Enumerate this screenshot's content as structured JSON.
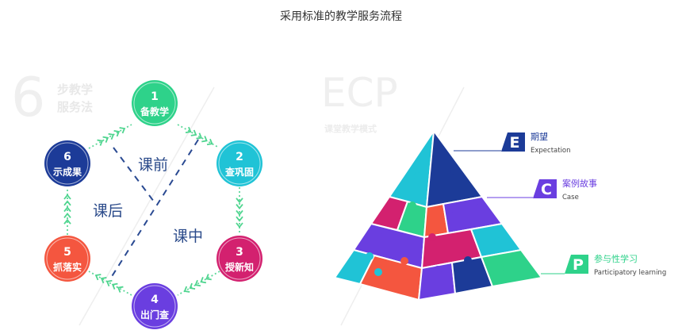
{
  "title": "采用标准的教学服务流程",
  "left": {
    "big_number": "6",
    "caption_line1": "步教学",
    "caption_line2": "服务法",
    "steps": [
      {
        "num": "1",
        "label": "备教学",
        "color": "#2ed28a"
      },
      {
        "num": "2",
        "label": "查巩固",
        "color": "#20c3d6"
      },
      {
        "num": "3",
        "label": "授新知",
        "color": "#d3216f"
      },
      {
        "num": "4",
        "label": "出门查",
        "color": "#6a3ee0"
      },
      {
        "num": "5",
        "label": "抓落实",
        "color": "#f4563f"
      },
      {
        "num": "6",
        "label": "示成果",
        "color": "#1c3b98"
      }
    ],
    "phases": {
      "before": "课前",
      "during": "课中",
      "after": "课后"
    }
  },
  "right": {
    "watermark": "ECP",
    "watermark_sub": "课堂教学模式",
    "levels": [
      {
        "letter": "E",
        "cn": "期望",
        "en": "Expectation",
        "color": "#1c3b98"
      },
      {
        "letter": "C",
        "cn": "案例故事",
        "en": "Case",
        "color": "#6a3ee0"
      },
      {
        "letter": "P",
        "cn": "参与性学习",
        "en": "Participatory learning",
        "color": "#2ed28a"
      }
    ]
  }
}
